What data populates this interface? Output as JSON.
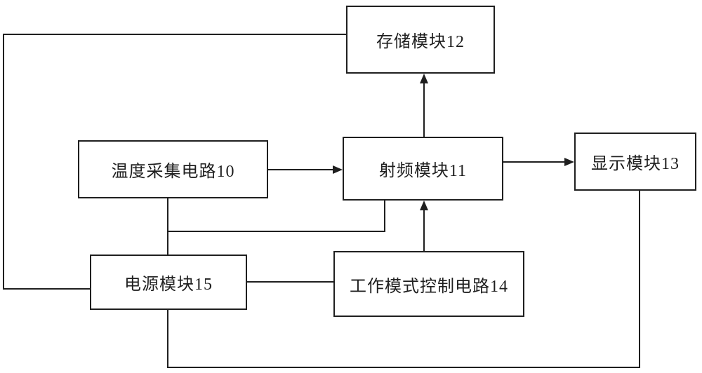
{
  "figure": {
    "type": "block-diagram",
    "background_color": "#ffffff",
    "line_color": "#1f1f1f",
    "nodes": [
      {
        "id": "storage",
        "label": "存储模块12"
      },
      {
        "id": "temperature",
        "label": "温度采集电路10"
      },
      {
        "id": "rf",
        "label": "射频模块11"
      },
      {
        "id": "display",
        "label": "显示模块13"
      },
      {
        "id": "power",
        "label": "电源模块15"
      },
      {
        "id": "work-mode",
        "label": "工作模式控制电路14"
      }
    ],
    "edges": [
      {
        "from": "temperature",
        "to": "rf",
        "style": "arrow"
      },
      {
        "from": "rf",
        "to": "storage",
        "style": "arrow"
      },
      {
        "from": "rf",
        "to": "display",
        "style": "arrow"
      },
      {
        "from": "work-mode",
        "to": "rf",
        "style": "arrow"
      },
      {
        "from": "power",
        "to": "storage",
        "style": "line"
      },
      {
        "from": "power",
        "to": "temperature",
        "style": "line"
      },
      {
        "from": "power",
        "to": "rf",
        "style": "line"
      },
      {
        "from": "power",
        "to": "work-mode",
        "style": "line"
      },
      {
        "from": "power",
        "to": "display",
        "style": "line"
      }
    ]
  }
}
